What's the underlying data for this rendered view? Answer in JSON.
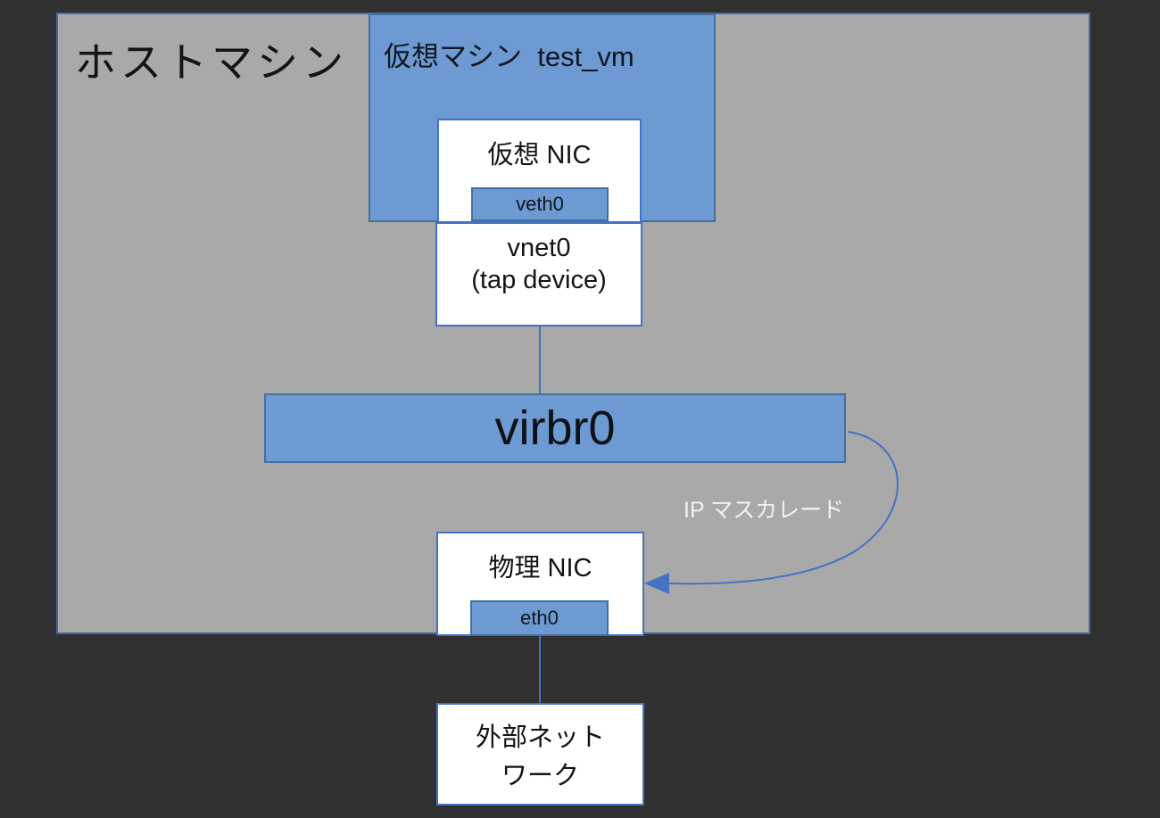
{
  "diagram": {
    "host": {
      "label": "ホストマシン"
    },
    "vm": {
      "label": "仮想マシン  test_vm"
    },
    "virtual_nic": {
      "label": "仮想 NIC",
      "port": "veth0"
    },
    "tap_device": {
      "line1": "vnet0",
      "line2": "(tap device)"
    },
    "bridge": {
      "label": "virbr0"
    },
    "masquerade": {
      "label": "IP マスカレード"
    },
    "physical_nic": {
      "label": "物理 NIC",
      "port": "eth0"
    },
    "external_network": {
      "line1": "外部ネット",
      "line2": "ワーク"
    }
  },
  "colors": {
    "background": "#303030",
    "host_fill": "#a9a9a9",
    "node_fill_blue": "#6d9ad2",
    "node_border_dark_blue": "#41719c",
    "node_border_blue": "#4472c4",
    "connector_blue": "#4472c4",
    "text_dark": "#141414",
    "text_light": "#f2f2f2"
  }
}
